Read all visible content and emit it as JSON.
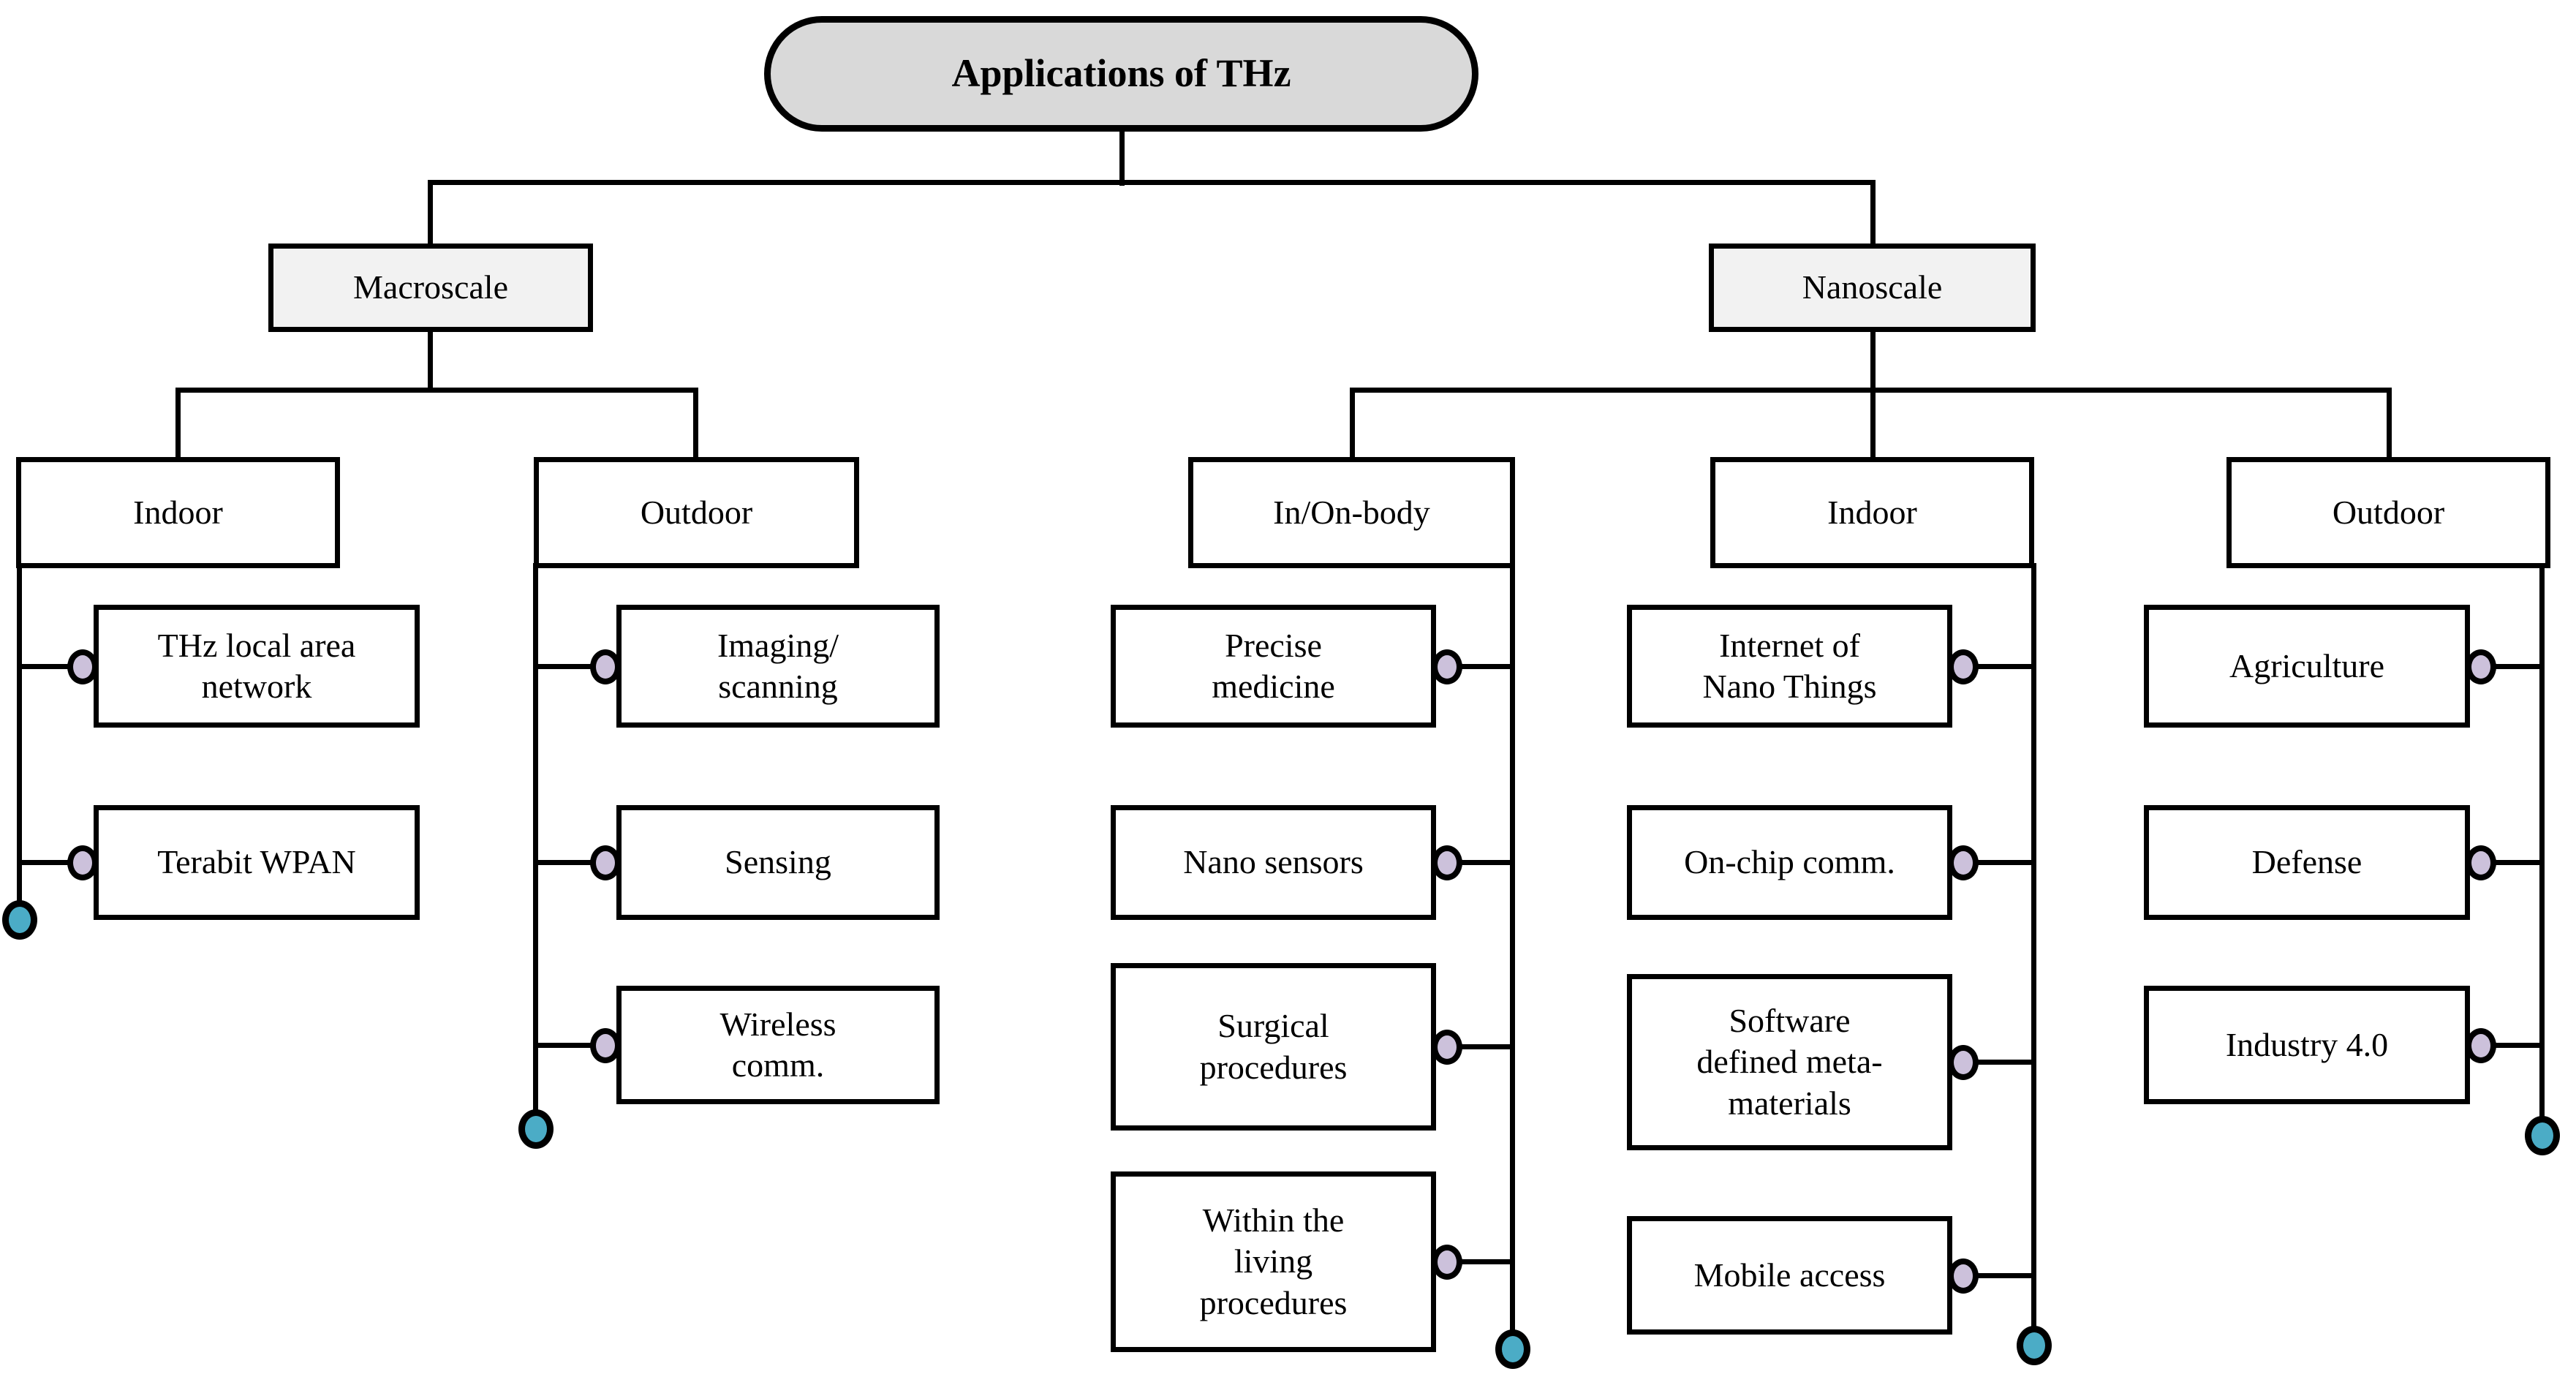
{
  "figure": {
    "type": "hierarchy-tree",
    "title": "Applications of THz"
  },
  "tree": {
    "root": {
      "label": "Applications of THz"
    },
    "macroscale": {
      "label": "Macroscale",
      "indoor": {
        "label": "Indoor",
        "items": [
          {
            "label": "THz local area\nnetwork"
          },
          {
            "label": "Terabit WPAN"
          }
        ]
      },
      "outdoor": {
        "label": "Outdoor",
        "items": [
          {
            "label": "Imaging/\nscanning"
          },
          {
            "label": "Sensing"
          },
          {
            "label": "Wireless\ncomm."
          }
        ]
      }
    },
    "nanoscale": {
      "label": "Nanoscale",
      "in_on_body": {
        "label": "In/On-body",
        "items": [
          {
            "label": "Precise\nmedicine"
          },
          {
            "label": "Nano sensors"
          },
          {
            "label": "Surgical\nprocedures"
          },
          {
            "label": "Within the\nliving\nprocedures"
          }
        ]
      },
      "indoor": {
        "label": "Indoor",
        "items": [
          {
            "label": "Internet of\nNano Things"
          },
          {
            "label": "On-chip comm."
          },
          {
            "label": "Software\ndefined meta-\nmaterials"
          },
          {
            "label": "Mobile access"
          }
        ]
      },
      "outdoor": {
        "label": "Outdoor",
        "items": [
          {
            "label": "Agriculture"
          },
          {
            "label": "Defense"
          },
          {
            "label": "Industry 4.0"
          }
        ]
      }
    }
  },
  "colors": {
    "border": "#000000",
    "root_fill": "#d9d9d9",
    "branch_fill": "#f2f2f2",
    "leaf_fill": "#ffffff",
    "connector": "#000000",
    "junction_dot_fill": "#ccc1db",
    "terminal_dot_fill": "#4bacc6"
  }
}
